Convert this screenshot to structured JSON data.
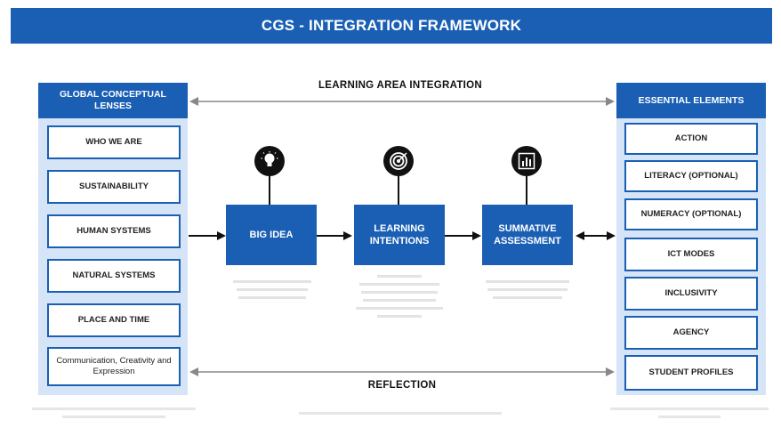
{
  "title": "CGS - INTEGRATION FRAMEWORK",
  "left_column": {
    "header": "GLOBAL CONCEPTUAL LENSES",
    "items": [
      "WHO WE ARE",
      "SUSTAINABILITY",
      "HUMAN SYSTEMS",
      "NATURAL SYSTEMS",
      "PLACE AND TIME",
      "Communication, Creativity and Expression"
    ]
  },
  "right_column": {
    "header": "ESSENTIAL ELEMENTS",
    "items": [
      "ACTION",
      "LITERACY (OPTIONAL)",
      "NUMERACY (OPTIONAL)",
      "ICT MODES",
      "INCLUSIVITY",
      "AGENCY",
      "STUDENT PROFILES"
    ]
  },
  "top_band": "LEARNING AREA INTEGRATION",
  "bottom_band": "REFLECTION",
  "stages": [
    {
      "label": "BIG IDEA",
      "icon": "lightbulb-icon"
    },
    {
      "label": "LEARNING INTENTIONS",
      "icon": "target-icon"
    },
    {
      "label": "SUMMATIVE ASSESSMENT",
      "icon": "chart-icon"
    }
  ],
  "colors": {
    "accent": "#1a5fb4",
    "panel": "#d6e4f7",
    "icon": "#111111"
  }
}
